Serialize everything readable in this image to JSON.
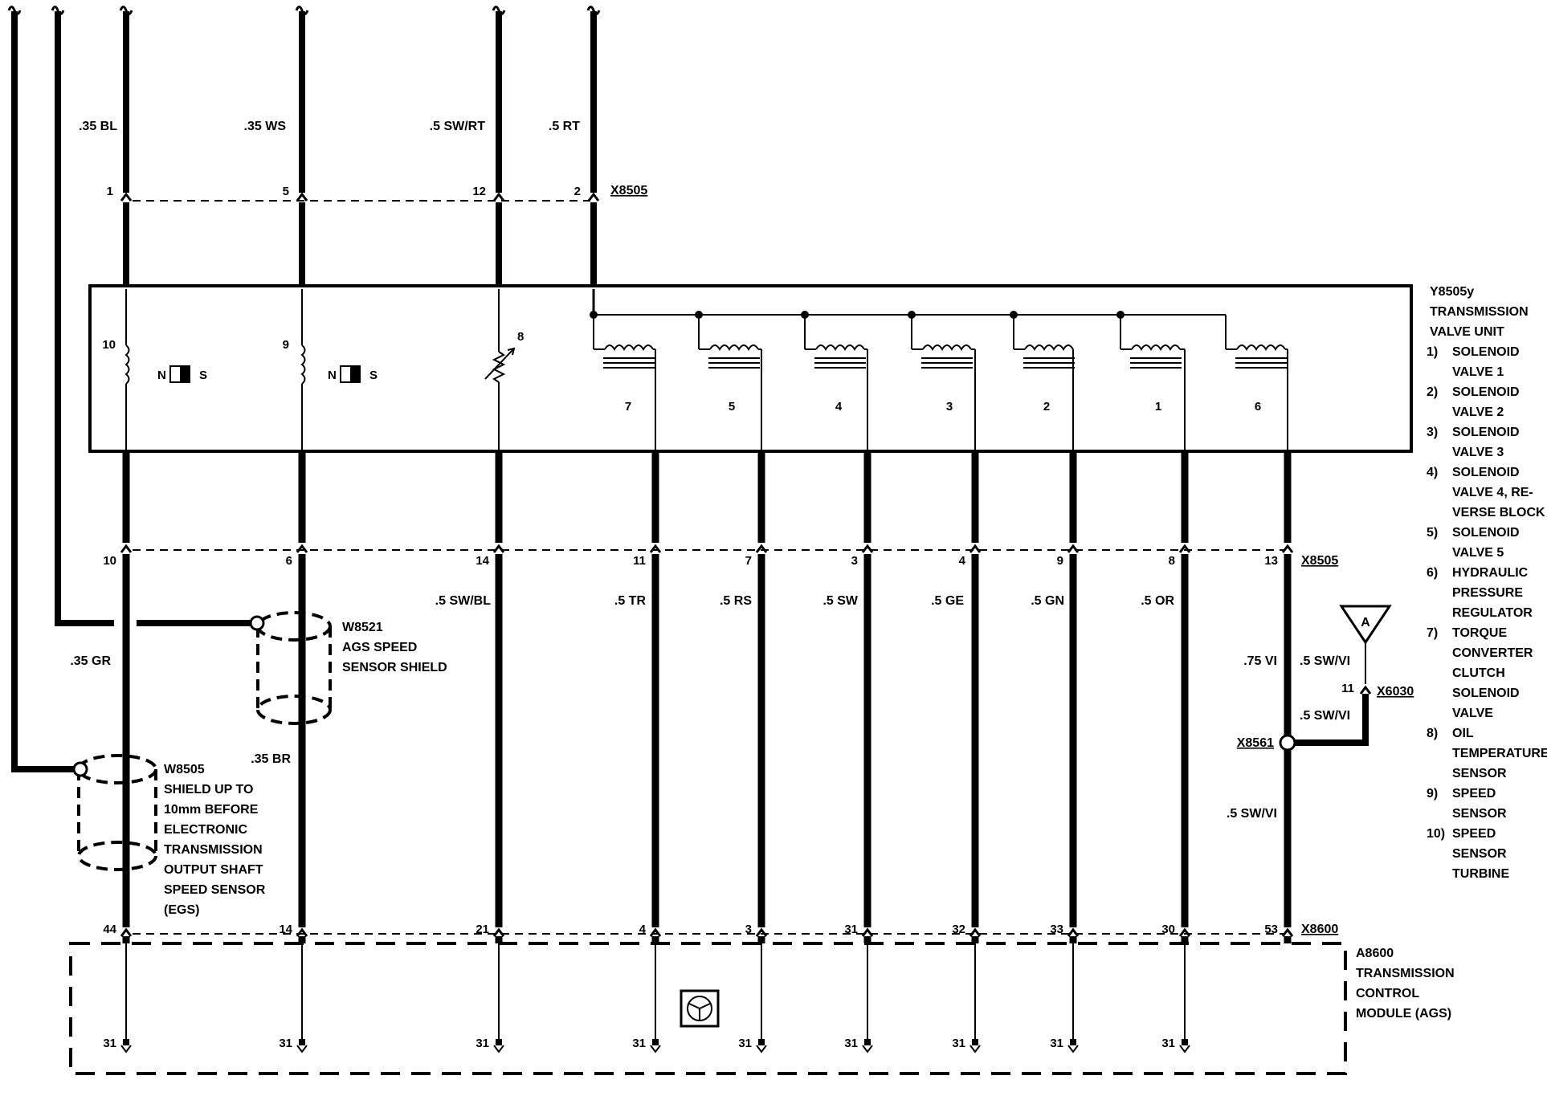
{
  "valve_unit": {
    "id": "Y8505y",
    "title_lines": [
      "TRANSMISSION",
      "VALVE UNIT"
    ],
    "legend": [
      {
        "num": "1)",
        "lines": [
          "SOLENOID",
          "VALVE 1"
        ]
      },
      {
        "num": "2)",
        "lines": [
          "SOLENOID",
          "VALVE 2"
        ]
      },
      {
        "num": "3)",
        "lines": [
          "SOLENOID",
          "VALVE 3"
        ]
      },
      {
        "num": "4)",
        "lines": [
          "SOLENOID",
          "VALVE 4, RE-",
          "VERSE BLOCK"
        ]
      },
      {
        "num": "5)",
        "lines": [
          "SOLENOID",
          "VALVE 5"
        ]
      },
      {
        "num": "6)",
        "lines": [
          "HYDRAULIC",
          "PRESSURE",
          "REGULATOR"
        ]
      },
      {
        "num": "7)",
        "lines": [
          "TORQUE",
          "CONVERTER",
          "CLUTCH",
          "SOLENOID",
          "VALVE"
        ]
      },
      {
        "num": "8)",
        "lines": [
          "OIL",
          "TEMPERATURE",
          "SENSOR"
        ]
      },
      {
        "num": "9)",
        "lines": [
          "SPEED",
          "SENSOR"
        ]
      },
      {
        "num": "10)",
        "lines": [
          "SPEED",
          "SENSOR",
          "TURBINE"
        ]
      }
    ],
    "internal": {
      "sensor_10": "10",
      "sensor_9": "9",
      "sensor_8": "8",
      "magnet_n": "N",
      "magnet_s": "S",
      "solenoid_numbers": [
        "7",
        "5",
        "4",
        "3",
        "2",
        "1",
        "6"
      ]
    }
  },
  "connectors": {
    "top": "X8505",
    "bottom": "X8505",
    "module": "X8600",
    "x6030": "X6030",
    "x6030_pin": "11",
    "splice": "X8561"
  },
  "top_wires": [
    {
      "color": ".35 BL",
      "pin": "1"
    },
    {
      "color": ".35 WS",
      "pin": "5"
    },
    {
      "color": ".5 SW/RT",
      "pin": "12"
    },
    {
      "color": ".5 RT",
      "pin": "2"
    }
  ],
  "bottom_pins": [
    "10",
    "6",
    "14",
    "11",
    "7",
    "3",
    "4",
    "9",
    "8",
    "13"
  ],
  "bottom_wires": [
    ".5 SW/BL",
    ".5 TR",
    ".5 RS",
    ".5 SW",
    ".5 GE",
    ".5 GN",
    ".5 OR"
  ],
  "other_wires": {
    "gr": ".35 GR",
    "br": ".35 BR",
    "vi": ".75 VI",
    "swvi_upper": ".5 SW/VI",
    "swvi_mid": ".5 SW/VI",
    "swvi_lower": ".5 SW/VI"
  },
  "module_pins": [
    "44",
    "14",
    "21",
    "4",
    "3",
    "31",
    "32",
    "33",
    "30",
    "53"
  ],
  "ground_pins": [
    "31",
    "31",
    "31",
    "31",
    "31",
    "31",
    "31",
    "31",
    "31"
  ],
  "shields": {
    "w8521": {
      "id": "W8521",
      "lines": [
        "AGS SPEED",
        "SENSOR SHIELD"
      ]
    },
    "w8505": {
      "id": "W8505",
      "lines": [
        "SHIELD UP TO",
        "10mm BEFORE",
        "ELECTRONIC",
        "TRANSMISSION",
        "OUTPUT SHAFT",
        "SPEED SENSOR",
        "(EGS)"
      ]
    }
  },
  "module": {
    "id": "A8600",
    "lines": [
      "TRANSMISSION",
      "CONTROL",
      "MODULE (AGS)"
    ]
  },
  "off_page_ref": "A"
}
